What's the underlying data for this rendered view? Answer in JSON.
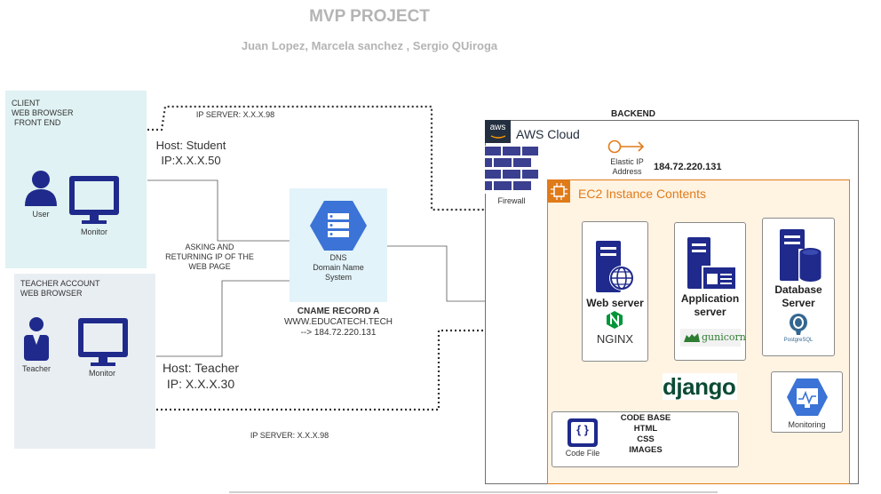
{
  "header": {
    "title": "MVP PROJECT",
    "authors": "Juan Lopez, Marcela sanchez , Sergio QUiroga"
  },
  "client": {
    "label_line1": "CLIENT",
    "label_line2": "WEB BROWSER",
    "label_line3": "FRONT END",
    "user_label": "User",
    "monitor_label": "Monitor"
  },
  "teacher": {
    "label_line1": "TEACHER ACCOUNT",
    "label_line2": "WEB BROWSER",
    "user_label": "Teacher",
    "monitor_label": "Monitor"
  },
  "hosts": {
    "student_line1": "Host: Student",
    "student_line2": "IP:X.X.X.50",
    "teacher_line1": "Host: Teacher",
    "teacher_line2": "IP: X.X.X.30"
  },
  "connections": {
    "ip_server_top": "IP SERVER: X.X.X.98",
    "ip_server_bottom": "IP SERVER: X.X.X.98",
    "asking_line1": "ASKING AND",
    "asking_line2": "RETURNING IP  OF THE",
    "asking_line3": "WEB PAGE"
  },
  "dns": {
    "line1": "DNS",
    "line2": "Domain Name",
    "line3": "System",
    "cname_title": "CNAME RECORD  A",
    "cname_domain": "WWW.EDUCATECH.TECH",
    "cname_ip": "--> 184.72.220.131"
  },
  "backend": {
    "label": "BACKEND",
    "aws_logo": "aws",
    "aws_cloud": "AWS Cloud",
    "firewall": "Firewall",
    "elastic_ip_line1": "Elastic IP",
    "elastic_ip_line2": "Address",
    "elastic_ip_value": "184.72.220.131",
    "ec2_title": "EC2 Instance Contents"
  },
  "servers": {
    "web_server": "Web server",
    "nginx": "NGINX",
    "app_server_line1": "Application",
    "app_server_line2": "server",
    "gunicorn": "gunicorn",
    "db_server_line1": "Database",
    "db_server_line2": "Server",
    "postgres": "PostgreSQL",
    "django": "django",
    "monitoring": "Monitoring"
  },
  "code": {
    "icon_glyph": "{ }",
    "code_file": "Code File",
    "base": "CODE BASE",
    "html": "HTML",
    "css": "CSS",
    "images": "IMAGES"
  },
  "colors": {
    "navy": "#1f2a8c",
    "client_bg": "#e0f2f3",
    "teacher_bg": "#e9eef3",
    "ec2_orange": "#e07b1a",
    "ec2_bg": "#fff3e2",
    "aws_dark": "#232f3e",
    "firewall": "#3a3f8f",
    "dns_blue": "#3b73d6",
    "django_green": "#0c4b33",
    "nginx_green": "#009639"
  }
}
